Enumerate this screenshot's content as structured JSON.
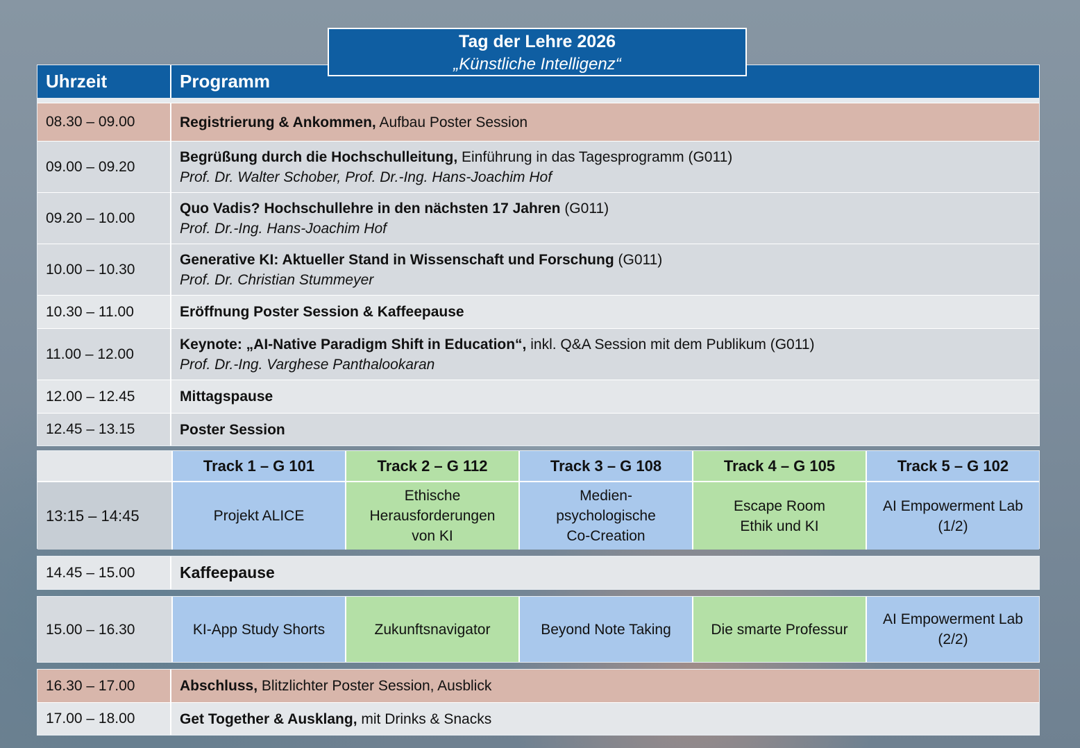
{
  "title": {
    "line1": "Tag der Lehre 2026",
    "line2": "„Künstliche Intelligenz“"
  },
  "header": {
    "time": "Uhrzeit",
    "program": "Programm"
  },
  "rows": [
    {
      "time": "08.30 – 09.00",
      "bold": "Registrierung & Ankommen,",
      "text": " Aufbau Poster Session",
      "speaker": ""
    },
    {
      "time": "09.00 – 09.20",
      "bold": "Begrüßung durch die Hochschulleitung,",
      "text": " Einführung in das Tagesprogramm (G011)",
      "speaker": "Prof. Dr. Walter Schober, Prof. Dr.-Ing. Hans-Joachim Hof"
    },
    {
      "time": "09.20 – 10.00",
      "bold": "Quo Vadis? Hochschullehre in den nächsten 17 Jahren",
      "text": " (G011)",
      "speaker": "Prof. Dr.-Ing. Hans-Joachim Hof"
    },
    {
      "time": "10.00 – 10.30",
      "bold": "Generative KI: Aktueller Stand in Wissenschaft und Forschung",
      "text": " (G011)",
      "speaker": "Prof. Dr. Christian Stummeyer"
    },
    {
      "time": "10.30 – 11.00",
      "bold": "Eröffnung Poster Session & Kaffeepause",
      "text": "",
      "speaker": ""
    },
    {
      "time": "11.00 – 12.00",
      "bold": "Keynote: „AI-Native Paradigm Shift in Education“,",
      "text": " inkl. Q&A Session mit dem Publikum (G011)",
      "speaker": "Prof. Dr.-Ing. Varghese Panthalookaran"
    },
    {
      "time": "12.00 – 12.45",
      "bold": "Mittagspause",
      "text": "",
      "speaker": ""
    },
    {
      "time": "12.45 – 13.15",
      "bold": "Poster Session",
      "text": "",
      "speaker": ""
    }
  ],
  "tracks": {
    "headers": [
      "Track 1 – G 101",
      "Track 2 – G 112",
      "Track 3 – G 108",
      "Track 4 – G 105",
      "Track 5 – G 102"
    ],
    "session1": {
      "time": "13:15 – 14:45",
      "items": [
        [
          "Projekt ALICE"
        ],
        [
          "Ethische",
          "Herausforderungen",
          "von KI"
        ],
        [
          "Medien-",
          "psychologische",
          "Co-Creation"
        ],
        [
          "Escape Room",
          "Ethik und KI"
        ],
        [
          "AI Empowerment Lab",
          "(1/2)"
        ]
      ]
    },
    "break": {
      "time": "14.45 – 15.00",
      "label": "Kaffeepause"
    },
    "session2": {
      "time": "15.00 – 16.30",
      "items": [
        [
          "KI-App Study Shorts"
        ],
        [
          "Zukunftsnavigator"
        ],
        [
          "Beyond Note Taking"
        ],
        [
          "Die smarte Professur"
        ],
        [
          "AI Empowerment Lab",
          "(2/2)"
        ]
      ]
    }
  },
  "closing": [
    {
      "time": "16.30 – 17.00",
      "bold": "Abschluss,",
      "text": " Blitzlichter Poster Session, Ausblick"
    },
    {
      "time": "17.00 – 18.00",
      "bold": "Get Together & Ausklang,",
      "text": " mit Drinks & Snacks"
    }
  ],
  "colors": {
    "header_blue": "#0f5ea2",
    "salmon": "#d8b6ab",
    "grey": "#d6dadf",
    "track_blue": "#a9c8ec",
    "track_green": "#b4e0a6"
  }
}
